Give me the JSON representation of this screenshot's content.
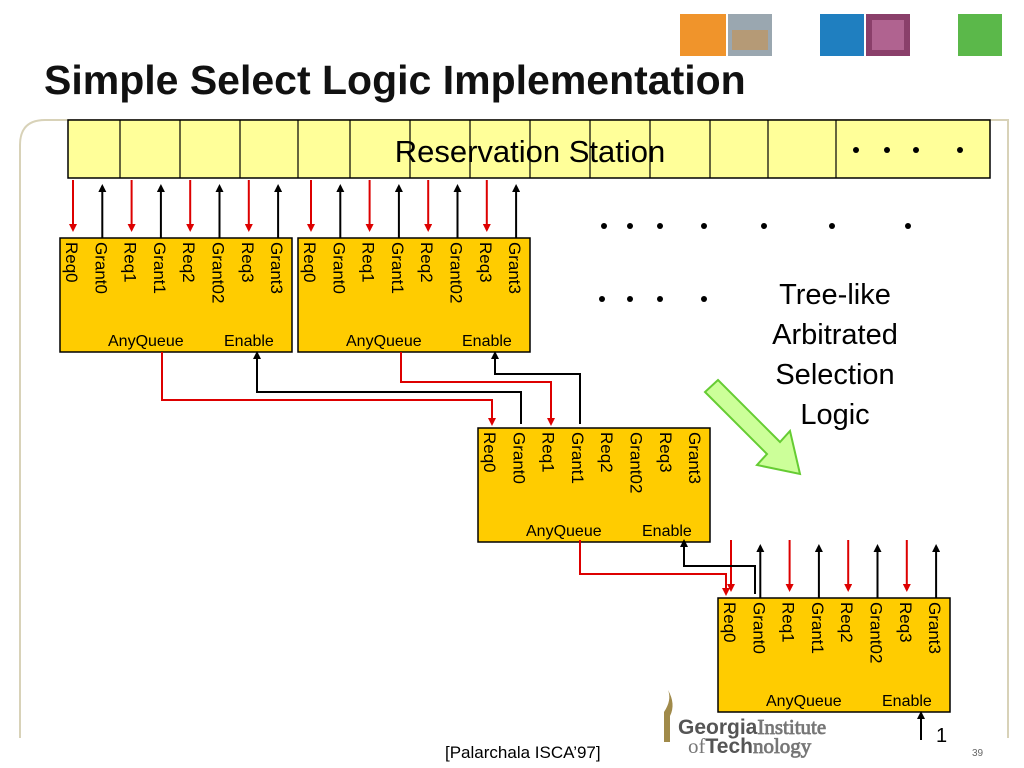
{
  "slide": {
    "title": "Simple Select Logic Implementation",
    "reservation_station_label": "Reservation Station",
    "callout_lines": [
      "Tree-like",
      "Arbitrated",
      "Selection",
      "Logic"
    ],
    "citation": "[Palarchala ISCA’97]",
    "page_number": "39",
    "root_enable_value": "1"
  },
  "arbiter": {
    "signals": [
      "Req0",
      "Grant0",
      "Req1",
      "Grant1",
      "Req2",
      "Grant02",
      "Req3",
      "Grant3"
    ],
    "anyqueue_label": "AnyQueue",
    "enable_label": "Enable"
  },
  "logo": {
    "line1_bold": "Georgia",
    "line1_outline": "Institute",
    "line2_small": "of",
    "line2_bold": "Tech",
    "line2_outline": "nology"
  },
  "colors": {
    "box_fill": "#ffcc00",
    "rs_fill": "#ffff99",
    "request_arrow": "#dd0000",
    "grant_arrow": "#000000",
    "callout_arrow_fill": "#ccff99",
    "callout_arrow_stroke": "#66cc33",
    "thumb_orange": "#f0942b",
    "thumb_blue": "#1f7fc0",
    "thumb_green": "#5bb84a"
  }
}
